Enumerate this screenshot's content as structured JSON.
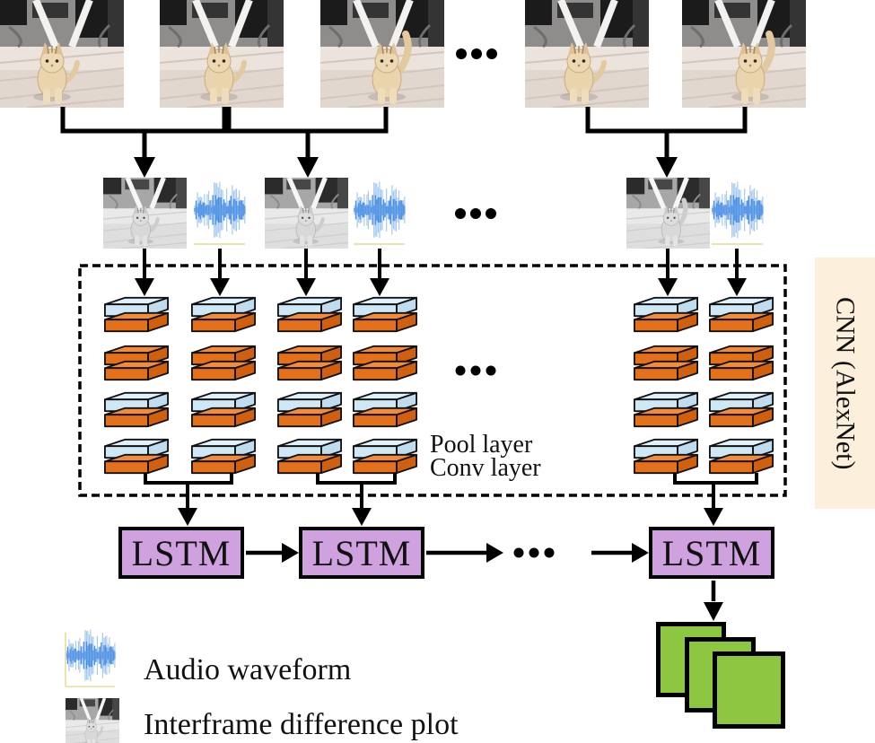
{
  "cnn": {
    "panel_label": "CNN (AlexNet)",
    "pool_label": "Pool layer",
    "conv_label": "Conv layer",
    "columns": 6,
    "group_pattern": [
      "pool-conv",
      "conv-conv",
      "pool-conv",
      "pool-conv"
    ]
  },
  "lstm": {
    "boxes": [
      {
        "label": "LSTM"
      },
      {
        "label": "LSTM"
      },
      {
        "label": "LSTM"
      }
    ]
  },
  "video": {
    "frame_count": 5,
    "difference_pair_count": 3,
    "output_frame_count": 3
  },
  "ellipsis": "...",
  "legend": {
    "items": [
      {
        "icon": "audio-waveform-icon",
        "label": "Audio waveform"
      },
      {
        "icon": "interframe-difference-icon",
        "label": "Interframe difference plot"
      }
    ]
  },
  "colors": {
    "conv_layer": "#ED7D2B",
    "pool_layer": "#D6EBF7",
    "lstm_fill": "#CFA2DF",
    "output_green": "#8DC63F",
    "panel_bg": "#FCEFDC",
    "waveform_blue": "#4B8FE2",
    "connector": "#000000"
  }
}
